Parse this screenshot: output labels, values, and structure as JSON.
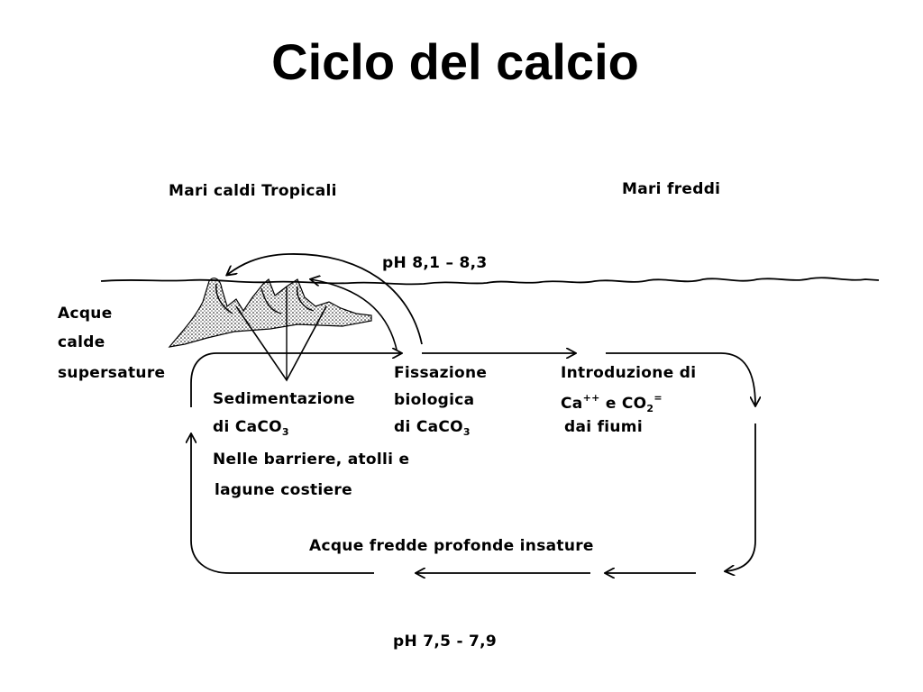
{
  "title": "Ciclo del calcio",
  "labels": {
    "warm_seas": "Mari caldi Tropicali",
    "cold_seas": "Mari freddi",
    "ph_top": "pH 8,1 – 8,3",
    "warm_waters_1": "Acque",
    "warm_waters_2": "calde",
    "warm_waters_3": "supersature",
    "sedimentation_1": "Sedimentazione",
    "sedimentation_2_pre": "di CaCO",
    "sedimentation_2_sub": "3",
    "sedimentation_3": "Nelle barriere, atolli e",
    "sedimentation_4": "lagune costiere",
    "fixation_1": "Fissazione",
    "fixation_2": "biologica",
    "fixation_3_pre": "di CaCO",
    "fixation_3_sub": "3",
    "introduction_1": "Introduzione di",
    "introduction_2_ca": "Ca",
    "introduction_2_sup": "++",
    "introduction_2_mid": " e CO",
    "introduction_2_sub": "2",
    "introduction_2_sup2": "=",
    "introduction_3": "dai fiumi",
    "cold_deep_waters": "Acque fredde profonde insature",
    "ph_bottom": "pH 7,5 - 7,9"
  }
}
